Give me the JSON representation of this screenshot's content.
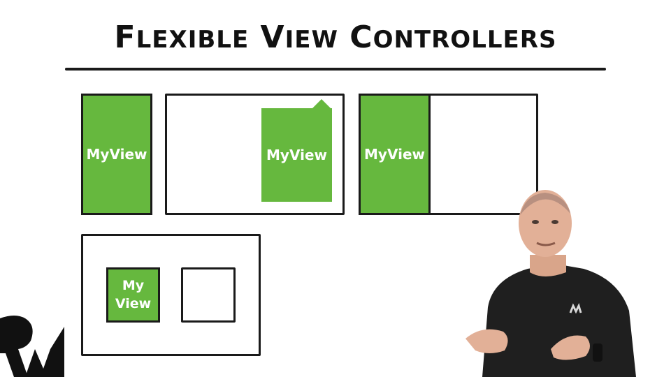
{
  "slide": {
    "title_words": [
      {
        "cap": "F",
        "rest": "LEXIBLE"
      },
      {
        "cap": "V",
        "rest": "IEW"
      },
      {
        "cap": "C",
        "rest": "ONTROLLERS"
      }
    ]
  },
  "diagrams": {
    "view1_label": "MyView",
    "view2_label": "MyView",
    "view3_label": "MyView",
    "view4_label_line1": "My",
    "view4_label_line2": "View"
  },
  "colors": {
    "view_green": "#66b83e",
    "frame_stroke": "#1a1a1a"
  },
  "icons": {
    "logo": "raywenderlich-logo",
    "presenter": "presenter-figure"
  }
}
